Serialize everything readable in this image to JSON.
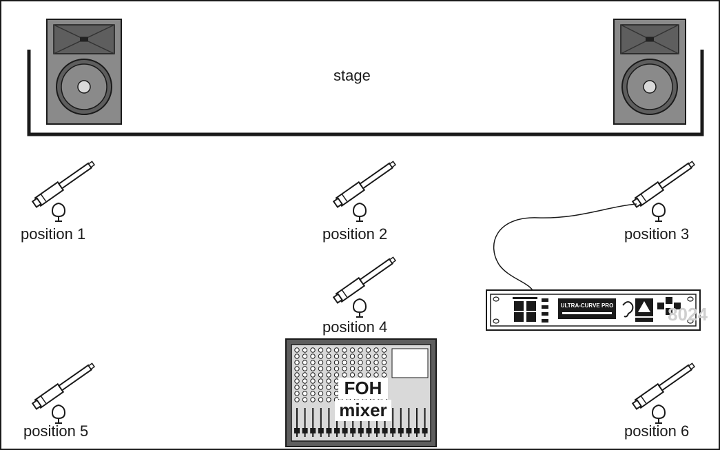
{
  "stage_label": "stage",
  "positions": [
    {
      "id": 1,
      "label": "position 1"
    },
    {
      "id": 2,
      "label": "position 2"
    },
    {
      "id": 3,
      "label": "position 3"
    },
    {
      "id": 4,
      "label": "position 4"
    },
    {
      "id": 5,
      "label": "position 5"
    },
    {
      "id": 6,
      "label": "position 6"
    }
  ],
  "mixer": {
    "line1": "FOH",
    "line2": "mixer"
  },
  "eq_unit": {
    "brand_text": "ULTRA-CURVE PRO",
    "model_text": "8024"
  },
  "colors": {
    "line": "#1a1a1a",
    "speaker_body": "#8a8a8a",
    "speaker_dark": "#5e5e5e",
    "fill_light": "#d9d9d9"
  }
}
